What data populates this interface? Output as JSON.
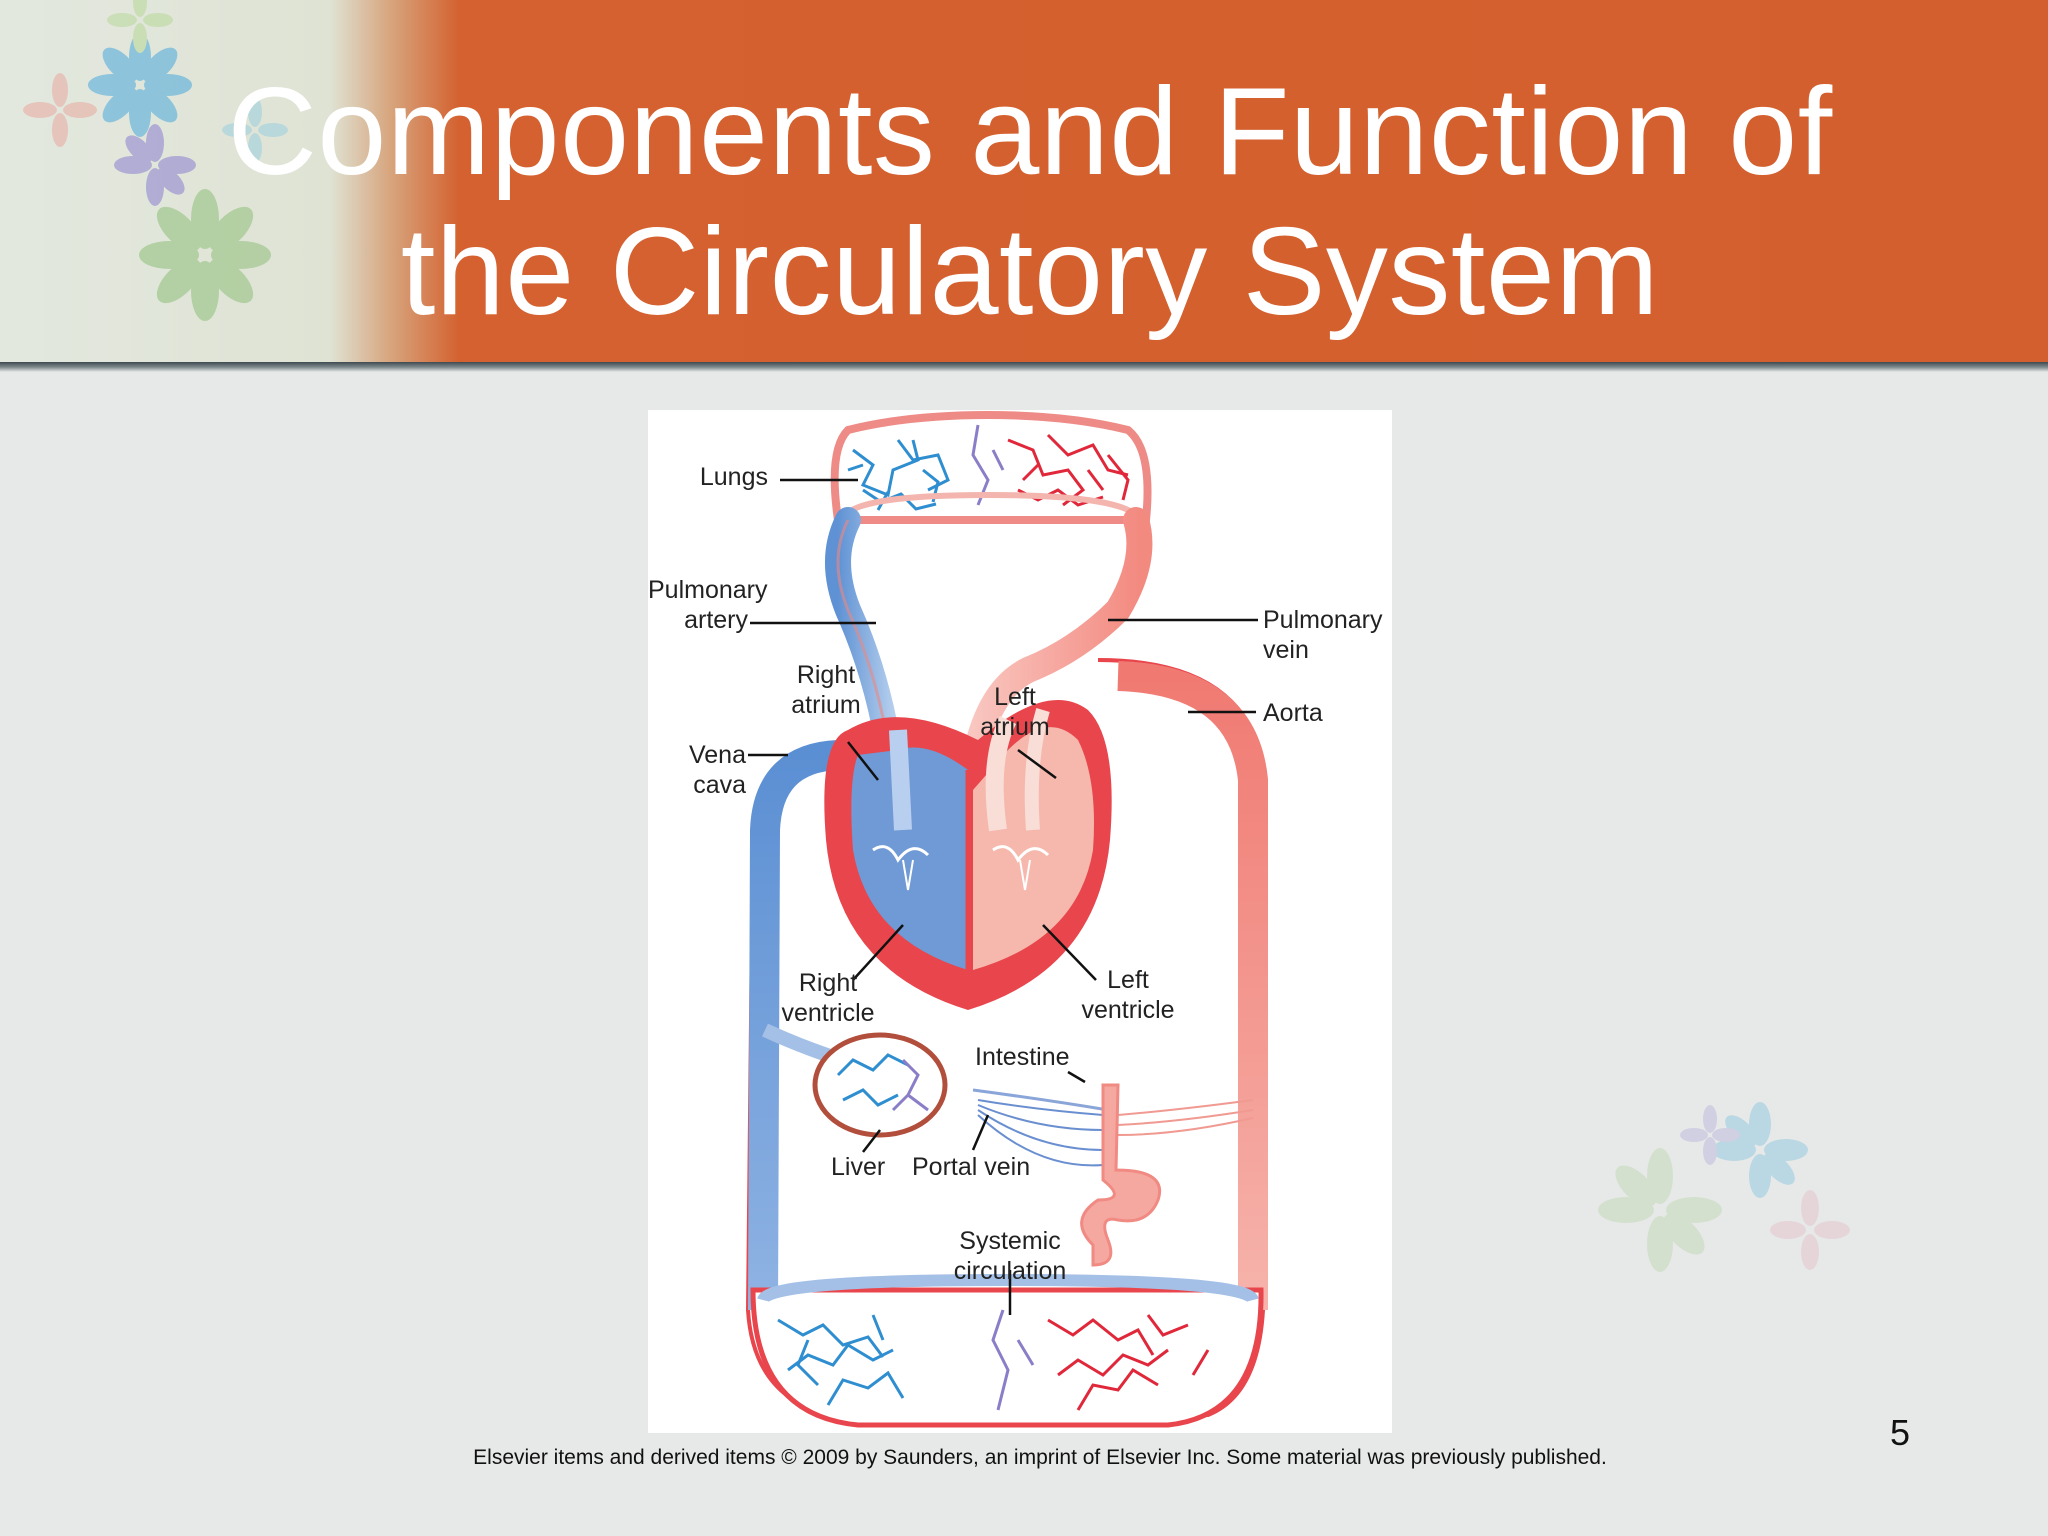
{
  "slide": {
    "title": "Components and Function of the Circulatory System",
    "footer": "Elsevier items and derived items © 2009 by Saunders, an imprint of Elsevier Inc.  Some material was previously published.",
    "slide_number": "5"
  },
  "theme": {
    "header_color": "#d35f2e",
    "background_color": "#e7e9e8",
    "oxygenated_color": "#e8474c",
    "deoxygenated_color": "#4a82c8"
  },
  "diagram": {
    "labels": {
      "lungs": "Lungs",
      "pulmonary_artery": "Pulmonary\nartery",
      "pulmonary_vein": "Pulmonary\nvein",
      "right_atrium": "Right\natrium",
      "left_atrium": "Left\natrium",
      "aorta": "Aorta",
      "vena_cava": "Vena cava",
      "right_ventricle": "Right\nventricle",
      "left_ventricle": "Left\nventricle",
      "intestine": "Intestine",
      "liver": "Liver",
      "portal_vein": "Portal vein",
      "systemic_circulation": "Systemic\ncirculation"
    }
  }
}
